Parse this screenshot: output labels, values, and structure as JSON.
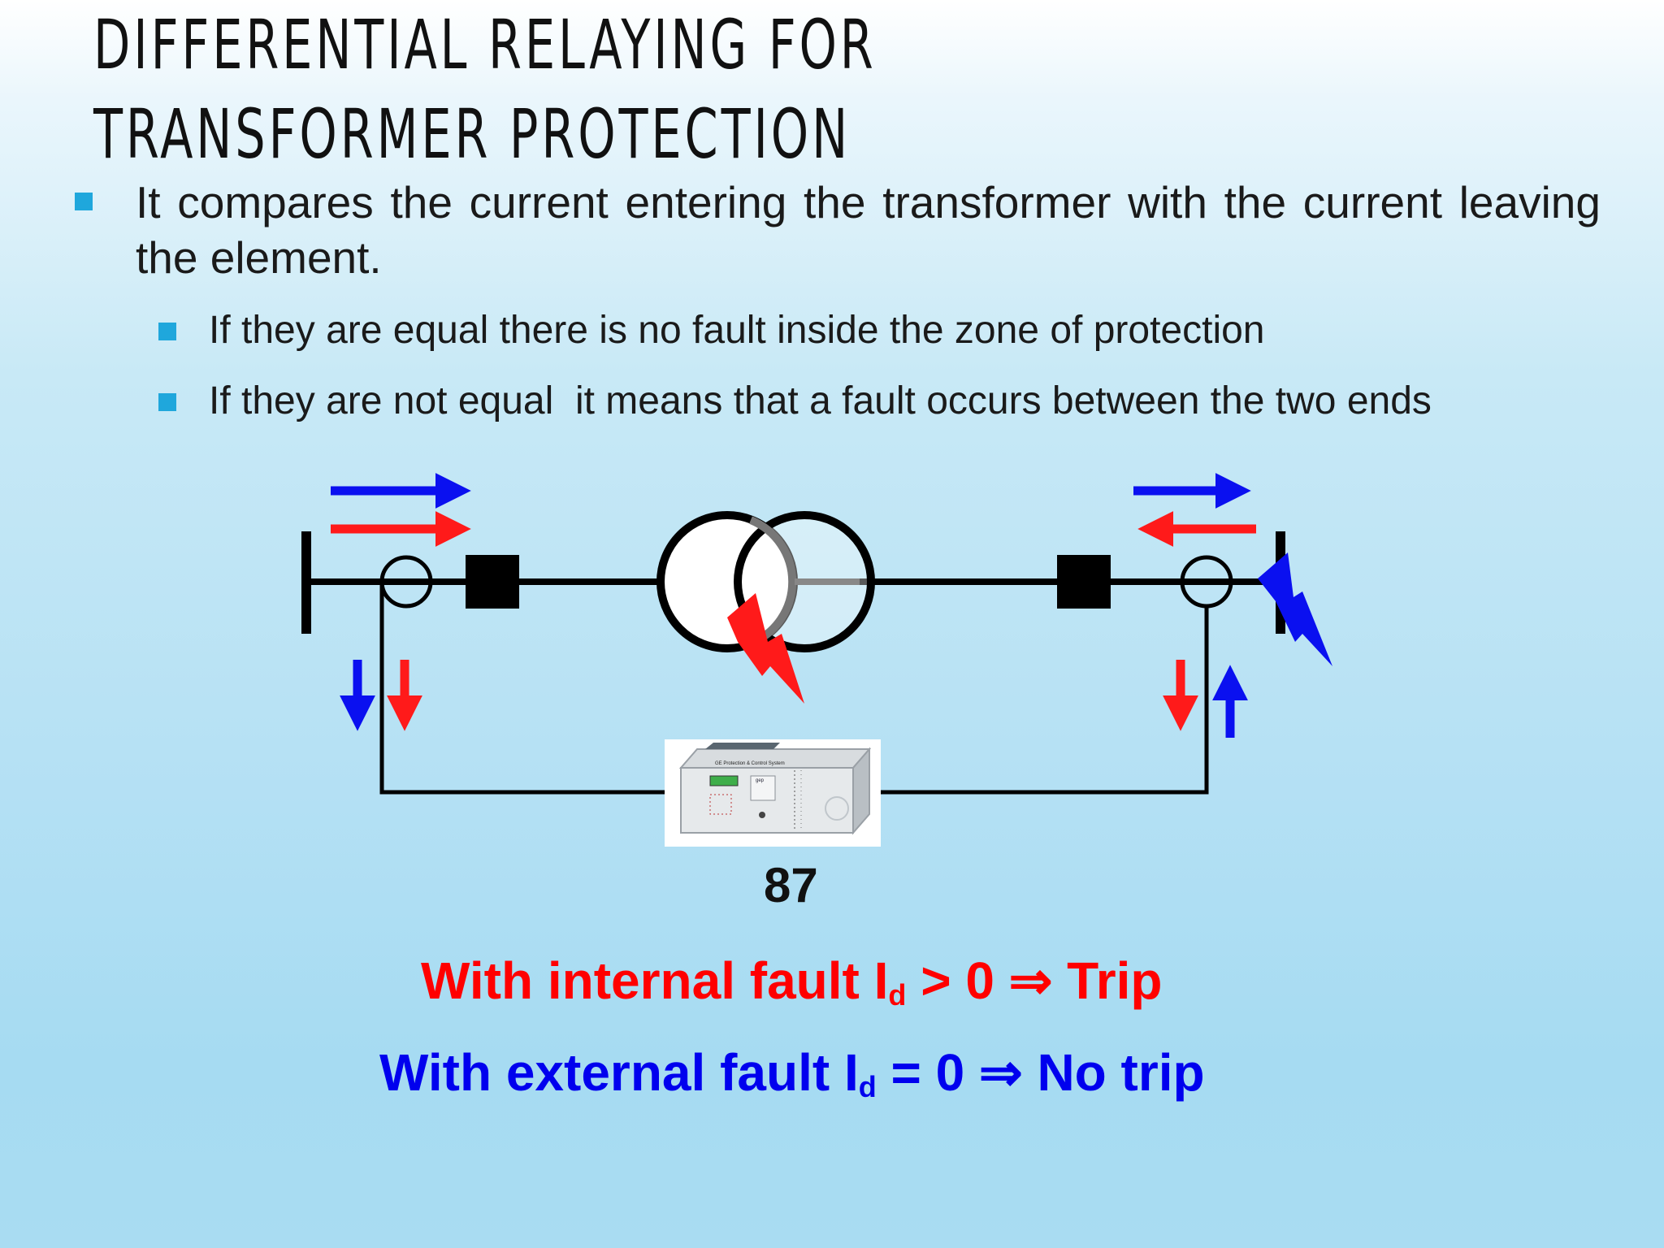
{
  "slide": {
    "title": "DIFFERENTIAL RELAYING FOR TRANSFORMER PROTECTION",
    "bullets": [
      {
        "text": "It compares the current entering the transformer with the current leaving the element.",
        "sub_bullets": [
          "If they are equal there is no fault inside the zone of protection",
          "If they are not equal  it means that a fault occurs between the two ends"
        ]
      }
    ]
  },
  "diagram": {
    "relay_label": "87",
    "internal_fault": {
      "prefix": "With internal fault I",
      "subscript": "d",
      "suffix": " > 0 ⇒ Trip",
      "color": "#ff0000"
    },
    "external_fault": {
      "prefix": "With external fault I",
      "subscript": "d",
      "suffix": " = 0 ⇒ No trip",
      "color": "#0000ee"
    },
    "colors": {
      "internal": "#ff1a1a",
      "external": "#0a10f0",
      "line": "#000000",
      "bullet": "#1fa7dc"
    }
  }
}
